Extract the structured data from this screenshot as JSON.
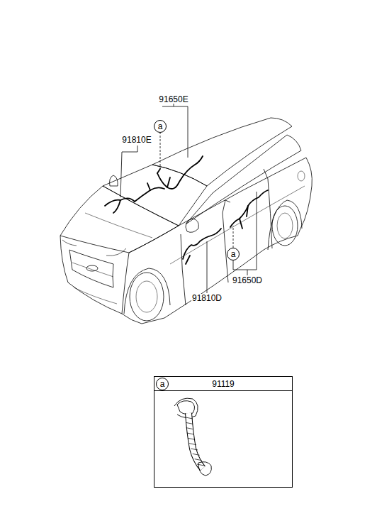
{
  "diagram": {
    "nodes": [
      {
        "text": [
          "a"
        ]
      },
      {
        "text": [
          "a"
        ]
      },
      {
        "text": [
          "91119"
        ]
      },
      {
        "text": [
          "a"
        ],
        "in": 2
      }
    ],
    "labels": [
      "91650E",
      "91810E",
      "91810D",
      "91650D"
    ]
  }
}
